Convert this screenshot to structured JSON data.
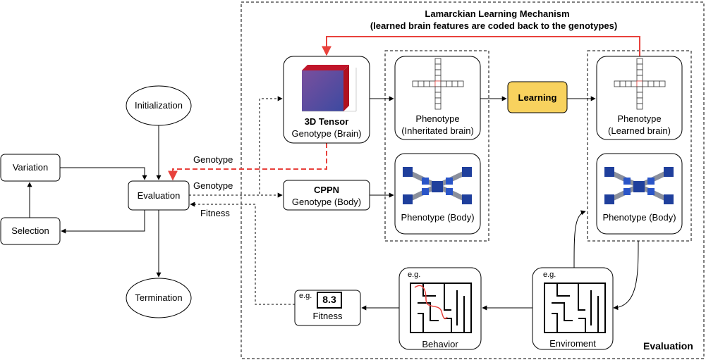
{
  "title": {
    "line1": "Lamarckian Learning Mechanism",
    "line2": "(learned brain features are coded back to the genotypes)"
  },
  "evolution_loop": {
    "initialization": "Initialization",
    "evaluation": "Evaluation",
    "variation": "Variation",
    "selection": "Selection",
    "termination": "Termination"
  },
  "edge_labels": {
    "genotype_brain_feedback": "Genotype",
    "genotype_to_cppn": "Genotype",
    "fitness_return": "Fitness"
  },
  "nodes": {
    "tensor": {
      "title": "3D Tensor",
      "subtitle": "Genotype (Brain)"
    },
    "cppn": {
      "title": "CPPN",
      "subtitle": "Genotype (Body)"
    },
    "phenotype_inherited": {
      "line1": "Phenotype",
      "line2": "(Inheritated brain)"
    },
    "phenotype_body_left": {
      "label": "Phenotype (Body)"
    },
    "learning": {
      "label": "Learning"
    },
    "phenotype_learned": {
      "line1": "Phenotype",
      "line2": "(Learned brain)"
    },
    "phenotype_body_right": {
      "label": "Phenotype (Body)"
    },
    "environment": {
      "eg": "e.g.",
      "label": "Enviroment"
    },
    "behavior": {
      "eg": "e.g.",
      "label": "Behavior"
    },
    "fitness": {
      "eg": "e.g.",
      "value": "8.3",
      "label": "Fitness"
    }
  },
  "region_label": "Evaluation",
  "colors": {
    "learning_fill": "#f8d25e",
    "feedback_arrow": "#e8413c",
    "tensor_red": "#c0152a",
    "tensor_blue": "#3d4aa0",
    "module_blue": "#1f3f9c"
  }
}
